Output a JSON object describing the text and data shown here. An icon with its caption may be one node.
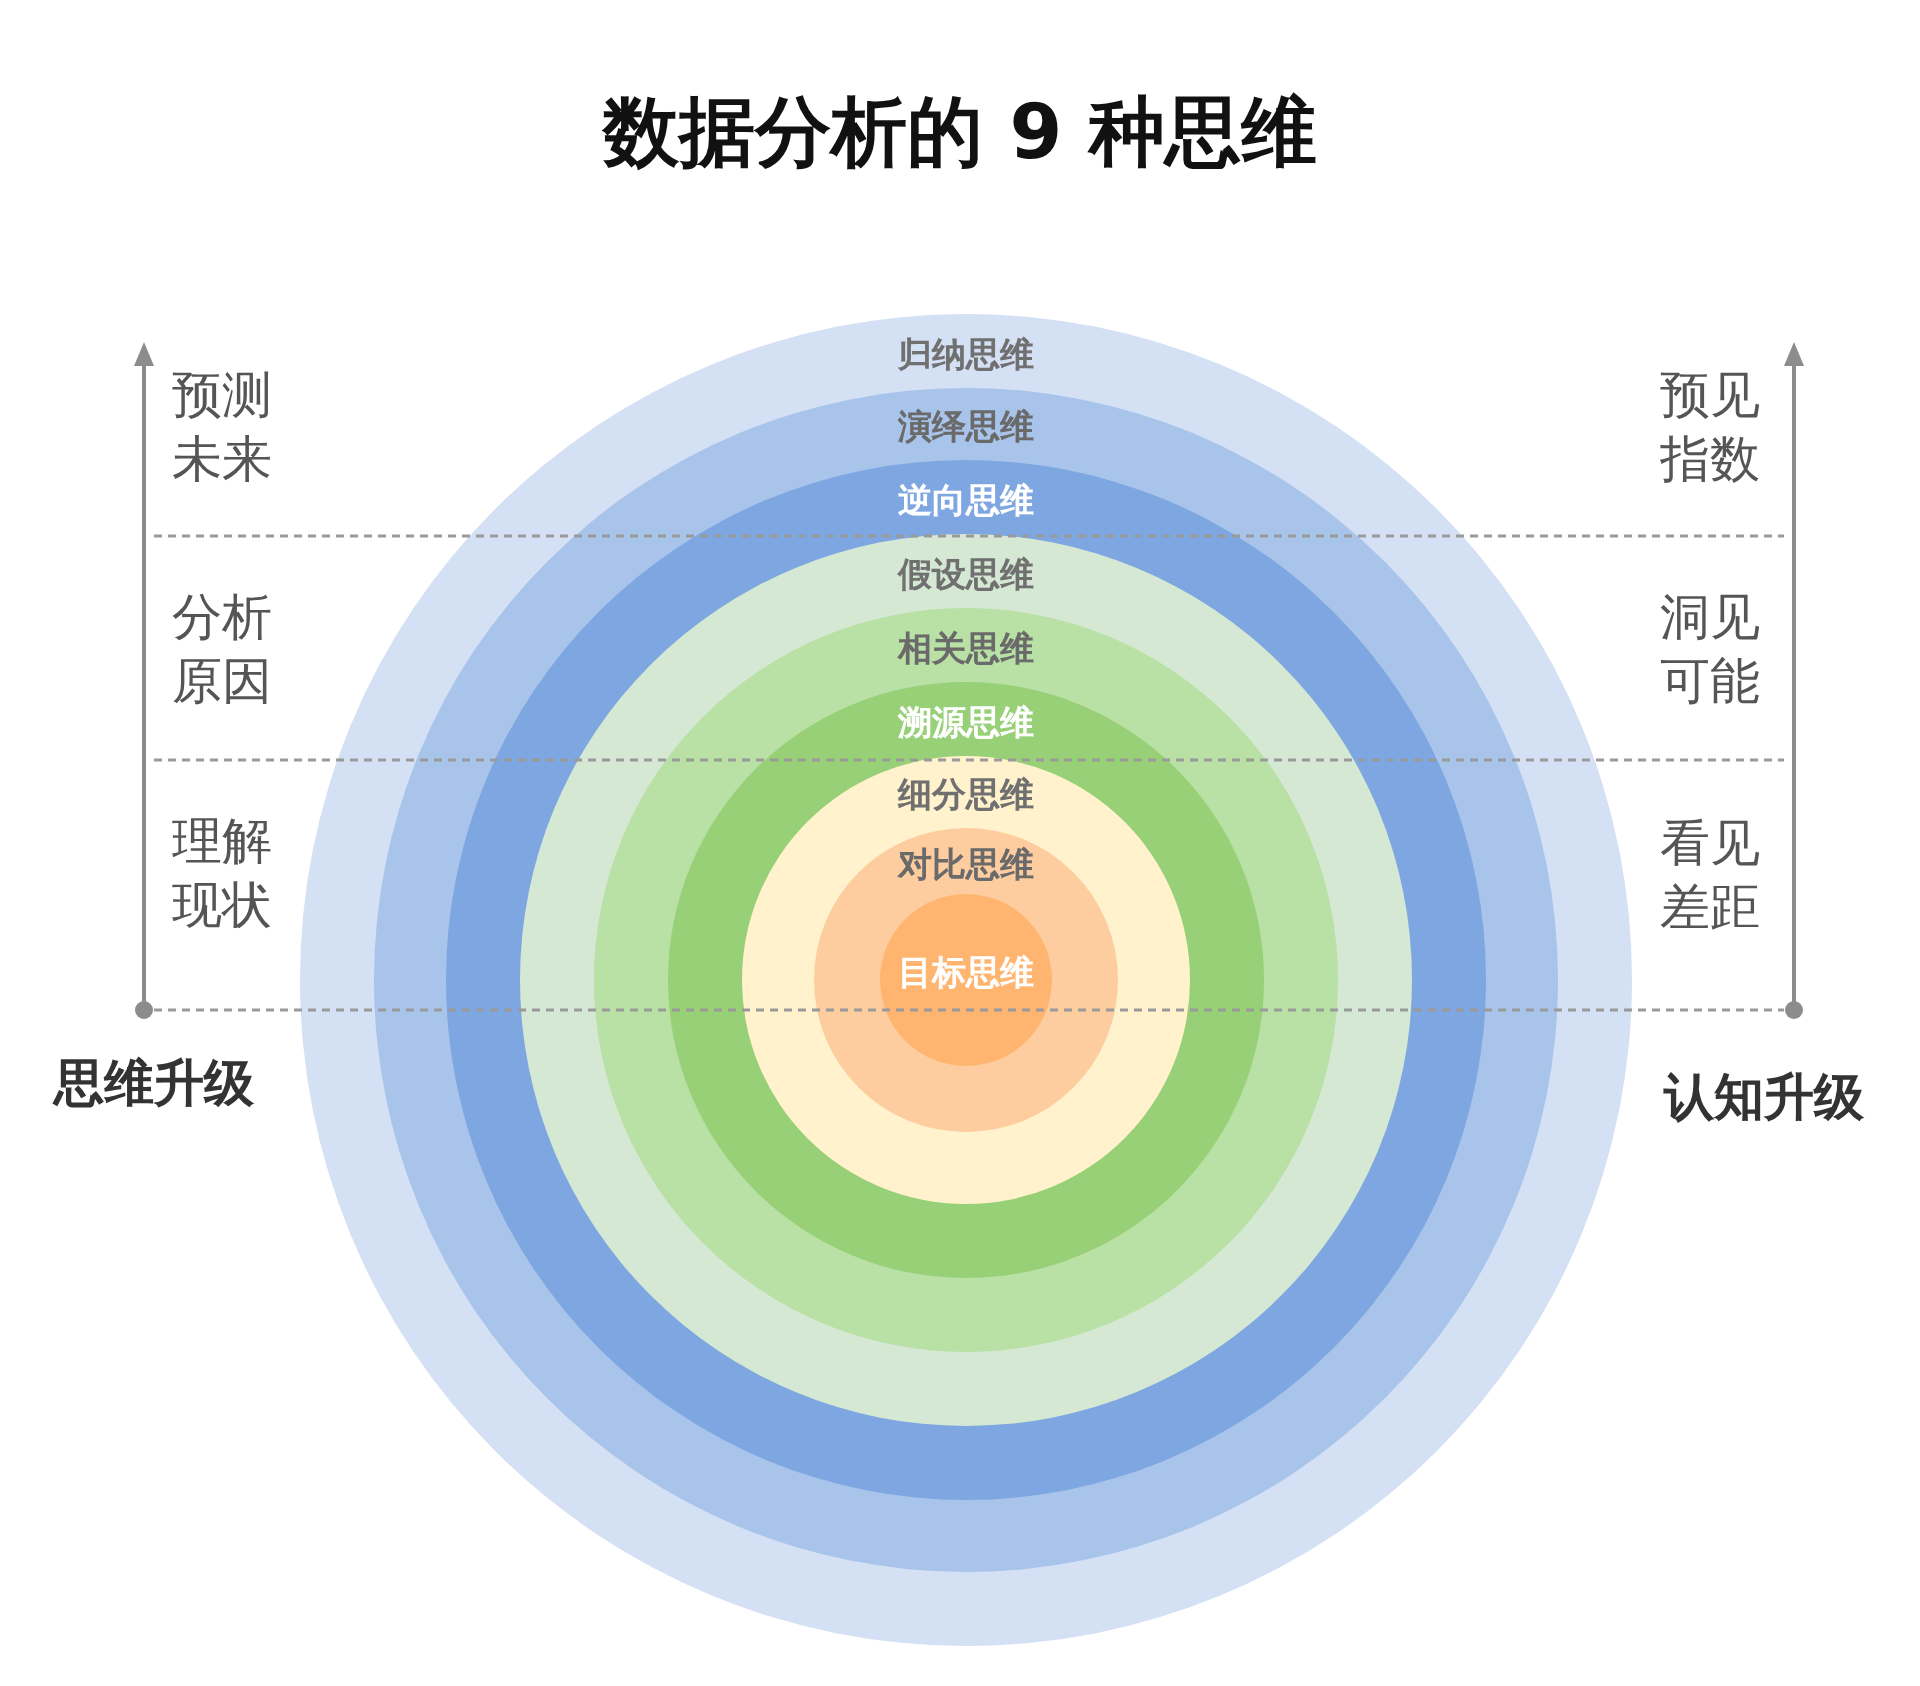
{
  "diagram": {
    "title": "数据分析的 9 种思维",
    "nodes": [
      {
        "text": [
          "归纳思维"
        ]
      },
      {
        "text": [
          "演绎思维"
        ],
        "in": 0
      },
      {
        "text": [
          "逆向思维"
        ],
        "in": 1
      },
      {
        "text": [
          "假设思维"
        ],
        "in": 2
      },
      {
        "text": [
          "相关思维"
        ],
        "in": 3
      },
      {
        "text": [
          "溯源思维"
        ],
        "in": 4
      },
      {
        "text": [
          "细分思维"
        ],
        "in": 5
      },
      {
        "text": [
          "对比思维"
        ],
        "in": 6
      },
      {
        "text": [
          "目标思维"
        ],
        "in": 7
      }
    ],
    "labels": [
      "预测未来",
      "预见指数",
      "分析原因",
      "洞见可能",
      "理解现状",
      "看见差距",
      "思维升级",
      "认知升级"
    ]
  }
}
